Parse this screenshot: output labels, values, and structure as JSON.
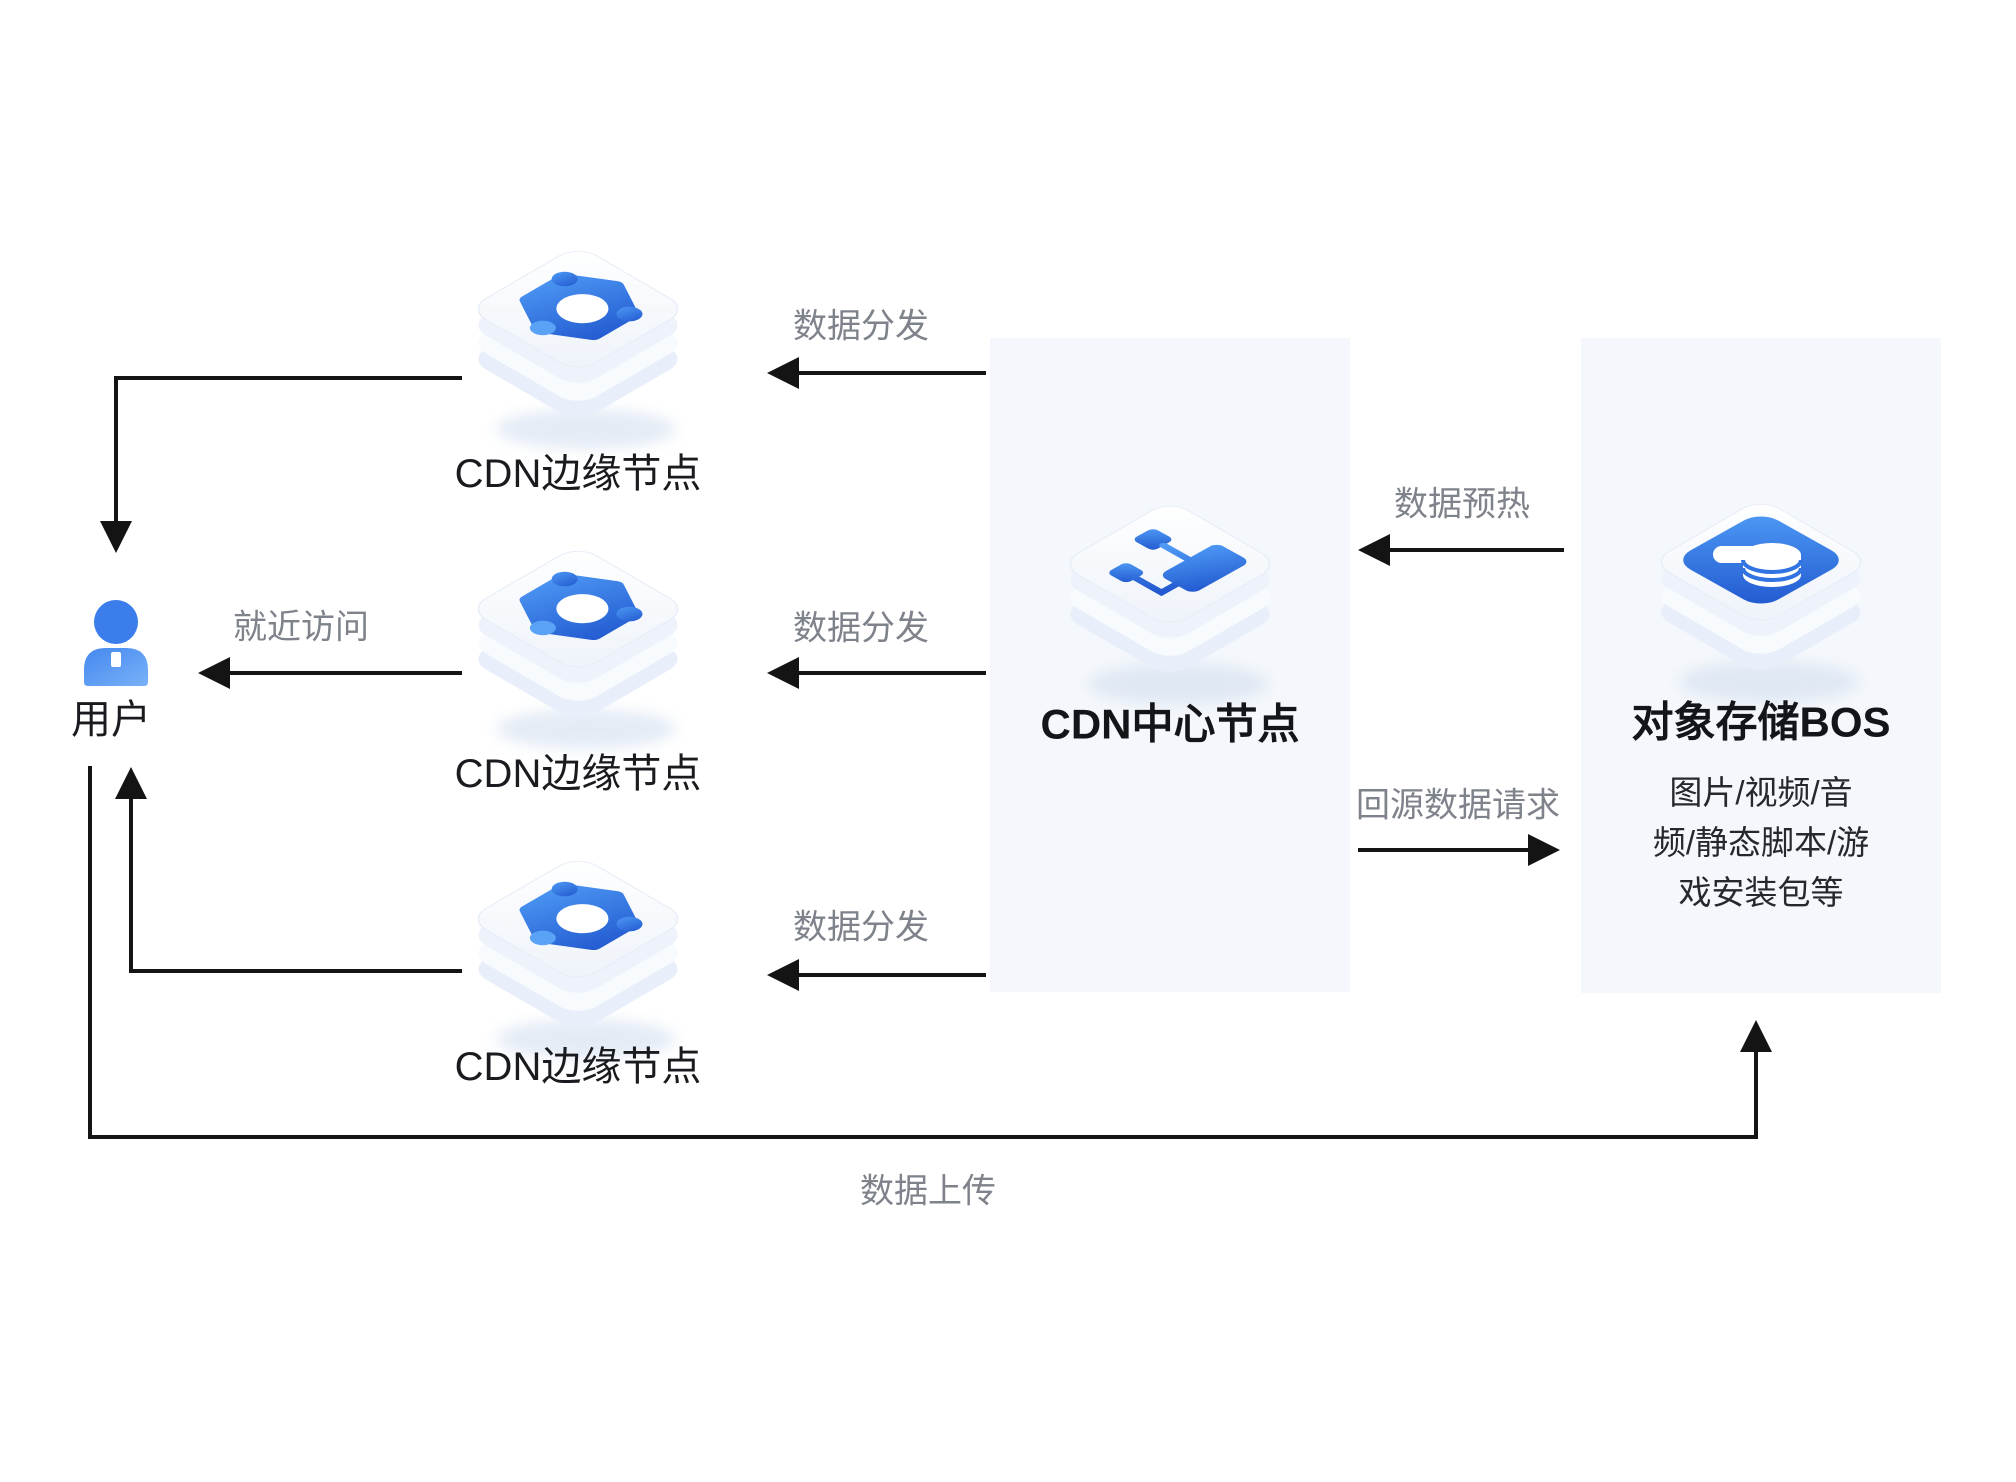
{
  "diagram": {
    "user": {
      "label": "用户"
    },
    "edge_nodes": [
      {
        "label": "CDN边缘节点"
      },
      {
        "label": "CDN边缘节点"
      },
      {
        "label": "CDN边缘节点"
      }
    ],
    "center_node": {
      "label": "CDN中心节点"
    },
    "storage": {
      "label": "对象存储BOS",
      "description_lines": [
        "图片/视频/音",
        "频/静态脚本/游",
        "戏安装包等"
      ]
    },
    "arrows": {
      "distribute1": "数据分发",
      "distribute2": "数据分发",
      "distribute3": "数据分发",
      "nearby_access": "就近访问",
      "preheat": "数据预热",
      "origin_request": "回源数据请求",
      "upload": "数据上传"
    },
    "colors": {
      "icon_blue_light": "#4e9af5",
      "icon_blue_dark": "#2158cf",
      "panel_bg": "#f4f7fb",
      "line_black": "#141414",
      "label_gray": "#7e828a"
    }
  }
}
